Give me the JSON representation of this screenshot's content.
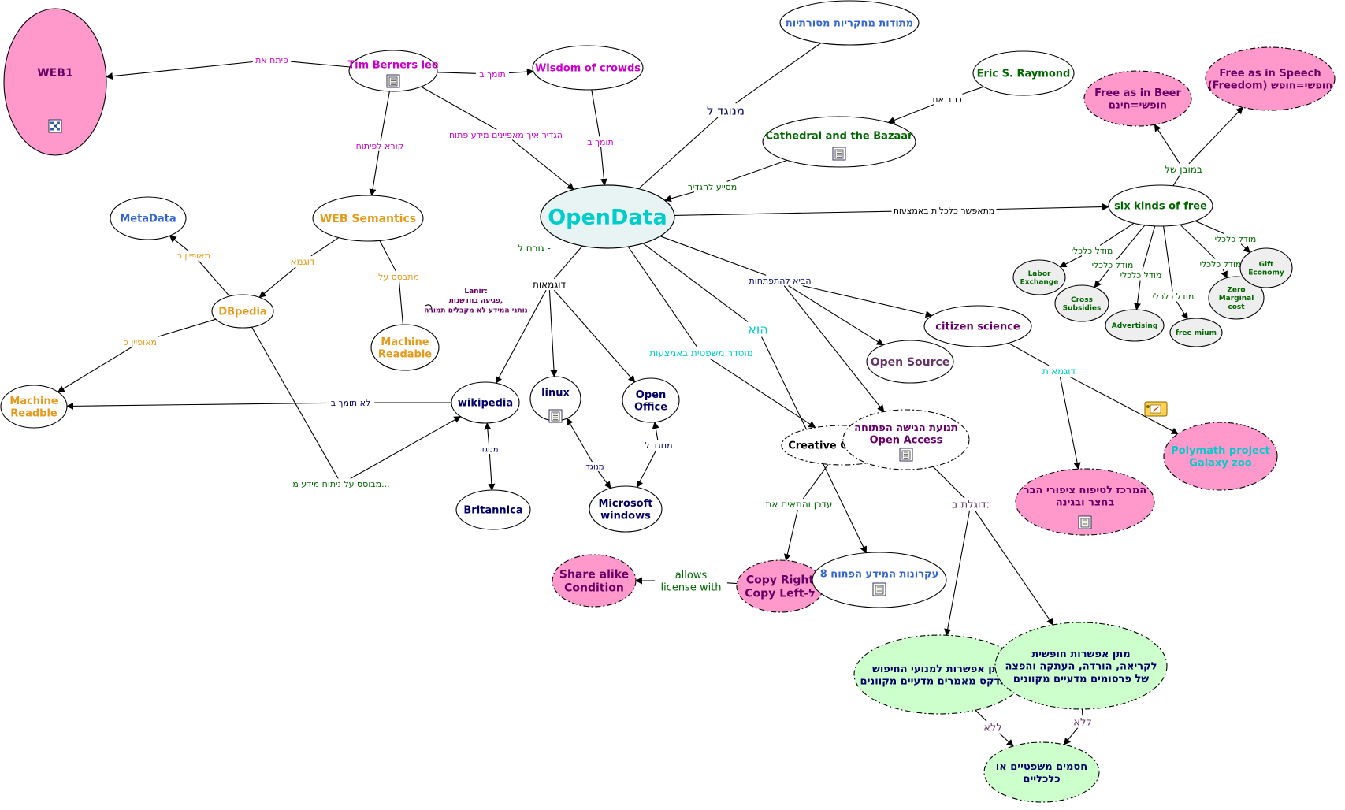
{
  "colors": {
    "line": "#000000",
    "pink": "#ff99cc",
    "green": "#ccffcc",
    "lightgray": "#eeeeee",
    "opendata_fill": "#e8f4f4",
    "magenta": "#cc00cc",
    "orange": "#e69a1a",
    "blue": "#3366cc",
    "navy": "#000066",
    "darkgreen": "#006600",
    "purple": "#660066",
    "plum": "#663366",
    "cyan": "#00cccc",
    "black": "#000000"
  },
  "nodes": [
    {
      "id": "web1",
      "label": "WEB1",
      "shape": "ellipse",
      "fill": "pink",
      "stroke": "solid",
      "color": "purple",
      "size": 14,
      "doc": true
    },
    {
      "id": "tbl",
      "label": "Tim Berners lee",
      "shape": "ellipse",
      "fill": "white",
      "stroke": "solid",
      "color": "magenta",
      "size": 13,
      "doc": true
    },
    {
      "id": "woc",
      "label": "Wisdom of crowds",
      "shape": "ellipse",
      "fill": "white",
      "stroke": "solid",
      "color": "magenta",
      "size": 13
    },
    {
      "id": "trad",
      "label": "מתודות מחקריות מסורתיות",
      "shape": "ellipse",
      "fill": "white",
      "stroke": "solid",
      "color": "blue",
      "size": 13
    },
    {
      "id": "esr",
      "label": "Eric S. Raymond",
      "shape": "ellipse",
      "fill": "white",
      "stroke": "solid",
      "color": "darkgreen",
      "size": 13
    },
    {
      "id": "cathedral",
      "label": "Cathedral and the Bazaar",
      "shape": "ellipse",
      "fill": "white",
      "stroke": "solid",
      "color": "darkgreen",
      "size": 13,
      "doc": true
    },
    {
      "id": "beer",
      "label": "Free as in Beer\nחופשי=חינם",
      "shape": "ellipse",
      "fill": "pink",
      "stroke": "dashdot",
      "color": "purple",
      "size": 13
    },
    {
      "id": "speech",
      "label": "Free as in Speech\n(Freedom) חופשי=חופש",
      "shape": "ellipse",
      "fill": "pink",
      "stroke": "dashdot",
      "color": "purple",
      "size": 13
    },
    {
      "id": "metadata",
      "label": "MetaData",
      "shape": "ellipse",
      "fill": "white",
      "stroke": "solid",
      "color": "blue",
      "size": 13
    },
    {
      "id": "websem",
      "label": "WEB Semantics",
      "shape": "ellipse",
      "fill": "white",
      "stroke": "solid",
      "color": "orange",
      "size": 14
    },
    {
      "id": "opendata",
      "label": "OpenData",
      "shape": "ellipse",
      "fill": "opendata_fill",
      "stroke": "solid",
      "color": "cyan",
      "size": 27
    },
    {
      "id": "sixfree",
      "label": "six kinds of free",
      "shape": "ellipse",
      "fill": "white",
      "stroke": "solid",
      "color": "darkgreen",
      "size": 13
    },
    {
      "id": "dbpedia",
      "label": "DBpedia",
      "shape": "ellipse",
      "fill": "white",
      "stroke": "solid",
      "color": "orange",
      "size": 13
    },
    {
      "id": "labor",
      "label": "Labor\nExchange",
      "shape": "ellipse",
      "fill": "lightgray",
      "stroke": "solid",
      "color": "darkgreen",
      "size": 9
    },
    {
      "id": "subsidies",
      "label": "Cross\nSubsidies",
      "shape": "ellipse",
      "fill": "lightgray",
      "stroke": "solid",
      "color": "darkgreen",
      "size": 9
    },
    {
      "id": "advert",
      "label": "Advertising",
      "shape": "ellipse",
      "fill": "lightgray",
      "stroke": "solid",
      "color": "darkgreen",
      "size": 9
    },
    {
      "id": "freemium",
      "label": "free mium",
      "shape": "ellipse",
      "fill": "lightgray",
      "stroke": "solid",
      "color": "darkgreen",
      "size": 9
    },
    {
      "id": "zmc",
      "label": "Zero\nMarginal\ncost",
      "shape": "ellipse",
      "fill": "lightgray",
      "stroke": "solid",
      "color": "darkgreen",
      "size": 9
    },
    {
      "id": "gift",
      "label": "Gift\nEconomy",
      "shape": "ellipse",
      "fill": "lightgray",
      "stroke": "solid",
      "color": "darkgreen",
      "size": 9
    },
    {
      "id": "citizen",
      "label": "citizen science",
      "shape": "ellipse",
      "fill": "white",
      "stroke": "solid",
      "color": "purple",
      "size": 13
    },
    {
      "id": "opensource",
      "label": "Open Source",
      "shape": "ellipse",
      "fill": "white",
      "stroke": "solid",
      "color": "plum",
      "size": 14
    },
    {
      "id": "mreadable",
      "label": "Machine\nReadable",
      "shape": "ellipse",
      "fill": "white",
      "stroke": "solid",
      "color": "orange",
      "size": 13
    },
    {
      "id": "mreadble",
      "label": "Machine\nReadble",
      "shape": "ellipse",
      "fill": "white",
      "stroke": "solid",
      "color": "orange",
      "size": 13
    },
    {
      "id": "wikipedia",
      "label": "wikipedia",
      "shape": "ellipse",
      "fill": "white",
      "stroke": "solid",
      "color": "navy",
      "size": 13
    },
    {
      "id": "linux",
      "label": "linux",
      "shape": "ellipse",
      "fill": "white",
      "stroke": "solid",
      "color": "navy",
      "size": 13,
      "doc": true
    },
    {
      "id": "openoffice",
      "label": "Open\nOffice",
      "shape": "ellipse",
      "fill": "white",
      "stroke": "solid",
      "color": "navy",
      "size": 13
    },
    {
      "id": "cc",
      "label": "Creative Commons",
      "shape": "ellipse",
      "fill": "white",
      "stroke": "dashdot",
      "color": "black",
      "size": 13
    },
    {
      "id": "openaccess",
      "label": "תנועת הגישה הפתוחה\nOpen Access",
      "shape": "ellipse",
      "fill": "white",
      "stroke": "dashdot",
      "color": "purple",
      "size": 13,
      "doc": true
    },
    {
      "id": "polymath",
      "label": "Polymath project\nGalaxy zoo",
      "shape": "ellipse",
      "fill": "pink",
      "stroke": "dashdot",
      "color": "cyan",
      "size": 13
    },
    {
      "id": "birds",
      "label": "המרכז לטיפוח ציפורי הבר\nבחצר ובגינה",
      "shape": "ellipse",
      "fill": "pink",
      "stroke": "dashdot",
      "color": "purple",
      "size": 13,
      "doc": true
    },
    {
      "id": "britannica",
      "label": "Britannica",
      "shape": "ellipse",
      "fill": "white",
      "stroke": "solid",
      "color": "navy",
      "size": 13
    },
    {
      "id": "mswin",
      "label": "Microsoft\nwindows",
      "shape": "ellipse",
      "fill": "white",
      "stroke": "solid",
      "color": "navy",
      "size": 13
    },
    {
      "id": "sharealike",
      "label": "Share alike\nCondition",
      "shape": "ellipse",
      "fill": "pink",
      "stroke": "dashdot",
      "color": "purple",
      "size": 14
    },
    {
      "id": "copyright",
      "label": "Copy Right\nCopy Left-ל",
      "shape": "ellipse",
      "fill": "pink",
      "stroke": "dashdot",
      "color": "purple",
      "size": 14
    },
    {
      "id": "eight",
      "label": "8 עקרונות המידע הפתוח",
      "shape": "ellipse",
      "fill": "white",
      "stroke": "solid",
      "color": "blue",
      "size": 13,
      "doc": true
    },
    {
      "id": "indexing",
      "label": "מתן אפשרות למנועי החיפוש\nלאנדקס מאמרים מדעיים מקוונים",
      "shape": "ellipse",
      "fill": "green",
      "stroke": "dashdot",
      "color": "navy",
      "size": 13
    },
    {
      "id": "freeread",
      "label": "מתן אפשרות חופשית\nלקריאה, הורדה, העתקה והפצה\nשל פרסומים מדעיים מקוונים",
      "shape": "ellipse",
      "fill": "green",
      "stroke": "dashdot",
      "color": "navy",
      "size": 13
    },
    {
      "id": "barriers",
      "label": "חסמים משפטיים או\nכלכליים",
      "shape": "ellipse",
      "fill": "green",
      "stroke": "dashdot",
      "color": "navy",
      "size": 13
    }
  ],
  "floating_texts": [
    {
      "id": "lanir",
      "label": "Lanir:\nפגיעה בחדשנות,\nנותני המידע לא מקבלים תמורה",
      "color": "purple",
      "size": 9
    }
  ],
  "links": [
    {
      "id": "l1",
      "label": "פיתח את",
      "color": "magenta",
      "size": 11
    },
    {
      "id": "l2",
      "label": "תומך ב",
      "color": "magenta",
      "size": 11
    },
    {
      "id": "l3",
      "label": "קורא לפיתוח",
      "color": "magenta",
      "size": 11
    },
    {
      "id": "l4",
      "label": "הגדיר איך מאפיינים מידע פתוח",
      "color": "magenta",
      "size": 11
    },
    {
      "id": "l5",
      "label": "תומך ב",
      "color": "magenta",
      "size": 11
    },
    {
      "id": "l6",
      "label": "מנוגד ל",
      "color": "navy",
      "size": 15
    },
    {
      "id": "l7",
      "label": "כתב את",
      "color": "black",
      "size": 11
    },
    {
      "id": "l8",
      "label": "מסייע להגדיר",
      "color": "darkgreen",
      "size": 11
    },
    {
      "id": "l9",
      "label": "במובן של",
      "color": "darkgreen",
      "size": 12
    },
    {
      "id": "l10",
      "label": "מתאפשר כלכלית באמצעות",
      "color": "black",
      "size": 11
    },
    {
      "id": "l11",
      "label": "מאופיין כ",
      "color": "orange",
      "size": 11
    },
    {
      "id": "l12",
      "label": "דוגמא",
      "color": "orange",
      "size": 12
    },
    {
      "id": "l13",
      "label": "מתבסס על",
      "color": "orange",
      "size": 11
    },
    {
      "id": "l14",
      "label": "מאופיין כ",
      "color": "orange",
      "size": 11
    },
    {
      "id": "l15",
      "label": "גורם ל -",
      "color": "darkgreen",
      "size": 12
    },
    {
      "id": "l16",
      "label": "דוגמאות",
      "color": "black",
      "size": 12
    },
    {
      "id": "l17",
      "label": "הביא להתפתחות",
      "color": "navy",
      "size": 11
    },
    {
      "id": "l18",
      "label": "הוא",
      "color": "cyan",
      "size": 16
    },
    {
      "id": "l19",
      "label": "מוסדר משפטית באמצעות",
      "color": "cyan",
      "size": 12
    },
    {
      "id": "l20",
      "label": "לא תומך ב",
      "color": "navy",
      "size": 11
    },
    {
      "id": "l21",
      "label": "מנוגד",
      "color": "navy",
      "size": 10
    },
    {
      "id": "l22",
      "label": "מנוגד",
      "color": "navy",
      "size": 10
    },
    {
      "id": "l23",
      "label": "מנוגד ל",
      "color": "navy",
      "size": 11
    },
    {
      "id": "l24",
      "label": "מבוסס על ניתוח מידע מ...",
      "color": "darkgreen",
      "size": 11
    },
    {
      "id": "l25",
      "label": "דוגמאות",
      "color": "cyan",
      "size": 12
    },
    {
      "id": "l26",
      "label": "עדכן והתאים את",
      "color": "darkgreen",
      "size": 12
    },
    {
      "id": "l27",
      "label": "allows\nlicense with",
      "color": "darkgreen",
      "size": 13
    },
    {
      "id": "l28",
      "label": "דוגלת ב:",
      "color": "plum",
      "size": 13
    },
    {
      "id": "l29",
      "label": "ללא",
      "color": "plum",
      "size": 13
    },
    {
      "id": "l30",
      "label": "ללא",
      "color": "plum",
      "size": 13
    },
    {
      "id": "m1",
      "label": "מודל כלכלי",
      "color": "darkgreen",
      "size": 11
    },
    {
      "id": "m2",
      "label": "מודל כלכלי",
      "color": "darkgreen",
      "size": 11
    },
    {
      "id": "m3",
      "label": "מודל כלכלי",
      "color": "darkgreen",
      "size": 11
    },
    {
      "id": "m4",
      "label": "מודל כלכלי",
      "color": "darkgreen",
      "size": 11
    },
    {
      "id": "m5",
      "label": "מודל כלכלי",
      "color": "darkgreen",
      "size": 11
    },
    {
      "id": "m6",
      "label": "מודל כלכלי",
      "color": "darkgreen",
      "size": 11
    }
  ]
}
